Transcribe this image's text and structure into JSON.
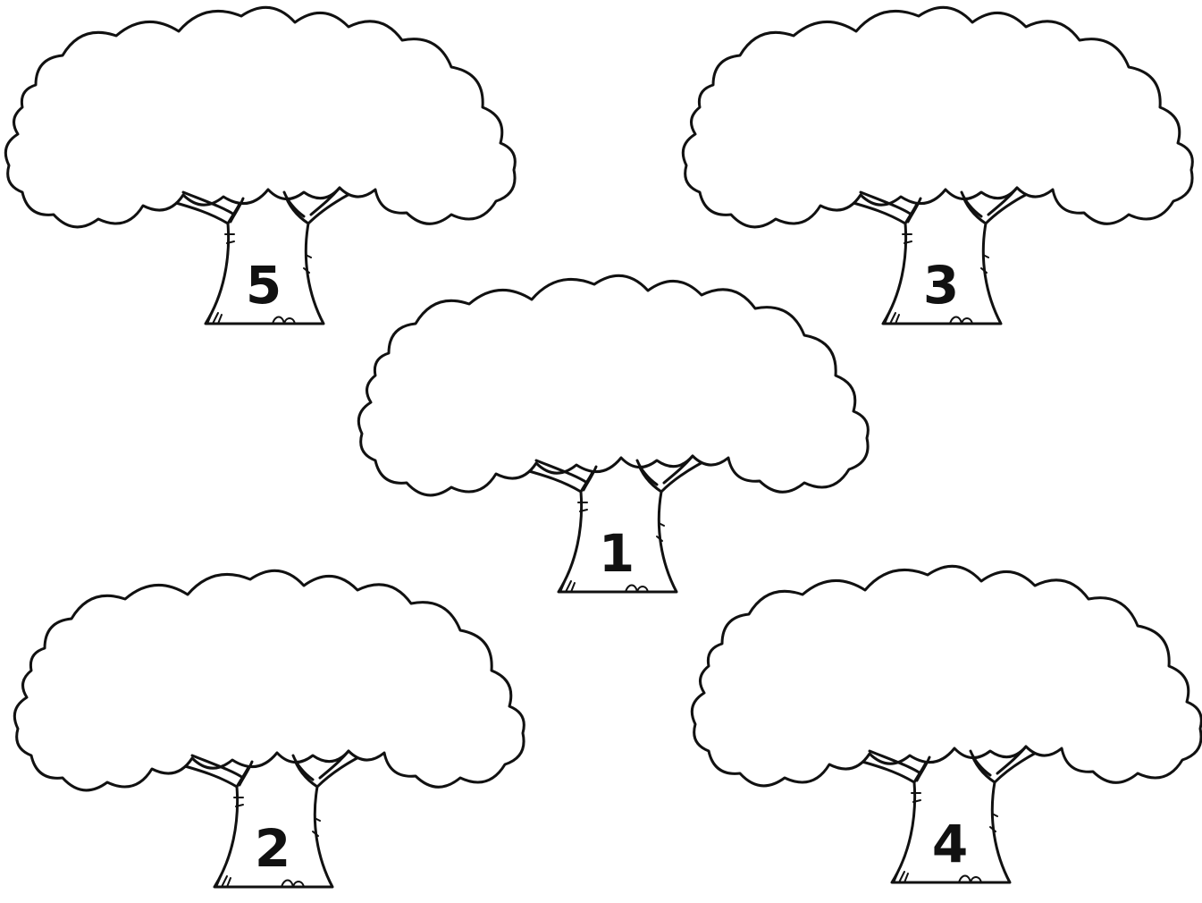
{
  "trees": [
    {
      "id": "tree-5",
      "number": "5"
    },
    {
      "id": "tree-3",
      "number": "3"
    },
    {
      "id": "tree-1",
      "number": "1"
    },
    {
      "id": "tree-2",
      "number": "2"
    },
    {
      "id": "tree-4",
      "number": "4"
    }
  ],
  "colors": {
    "background": "#ffffff",
    "outline": "#111111"
  }
}
